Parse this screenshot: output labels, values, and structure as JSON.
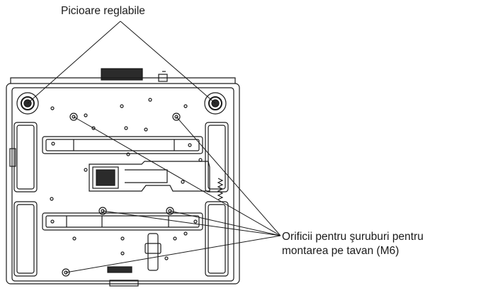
{
  "labels": {
    "adjustable_feet": "Picioare reglabile",
    "mount_holes_line1": "Orificii pentru şuruburi pentru",
    "mount_holes_line2": "montarea pe tavan (M6)"
  },
  "colors": {
    "line": "#1a1a1a",
    "fill": "#ffffff",
    "shade": "#2b2b2b"
  }
}
